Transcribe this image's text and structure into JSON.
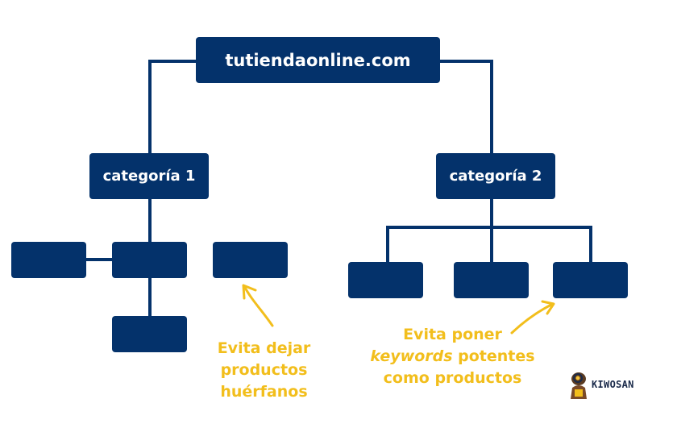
{
  "diagram": {
    "root_label": "tutiendaonline.com",
    "category1_label": "categoría 1",
    "category2_label": "categoría 2"
  },
  "annotations": {
    "left": {
      "line1": "Evita dejar",
      "line2": "productos",
      "line3": "huérfanos"
    },
    "right": {
      "line1": "Evita poner",
      "line2_em": "keywords",
      "line2_rest": " potentes",
      "line3": "como productos"
    }
  },
  "logo": {
    "text": "KIWOSAN",
    "icon": "mascot-icon"
  },
  "colors": {
    "box": "#04326b",
    "line": "#04326b",
    "annotation": "#f2be1c"
  }
}
